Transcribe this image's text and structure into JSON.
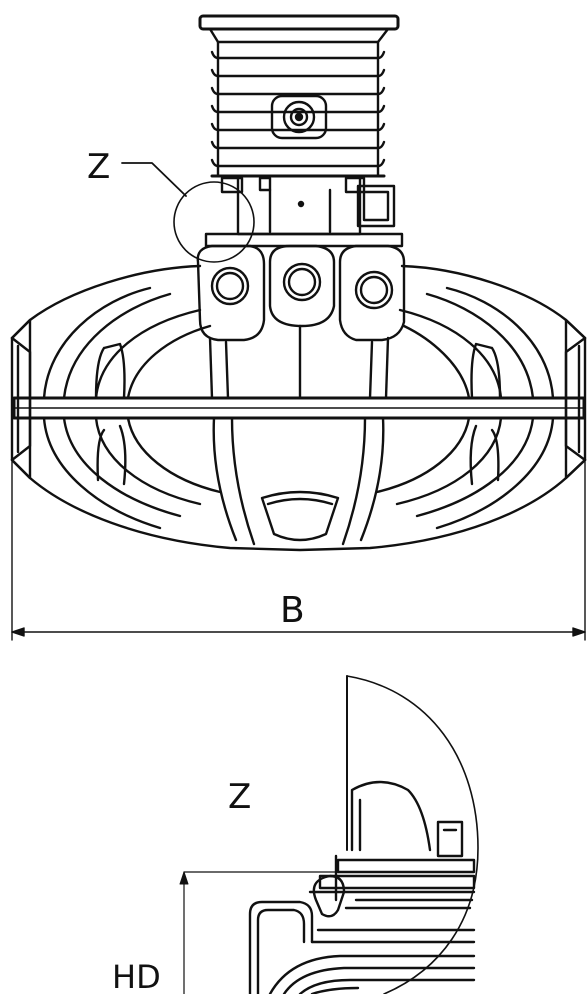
{
  "labels": {
    "detail_marker": "Z",
    "width_dimension": "B",
    "detail_title": "Z",
    "height_dimension": "HD"
  },
  "colors": {
    "line": "#111111",
    "background": "#ffffff"
  }
}
